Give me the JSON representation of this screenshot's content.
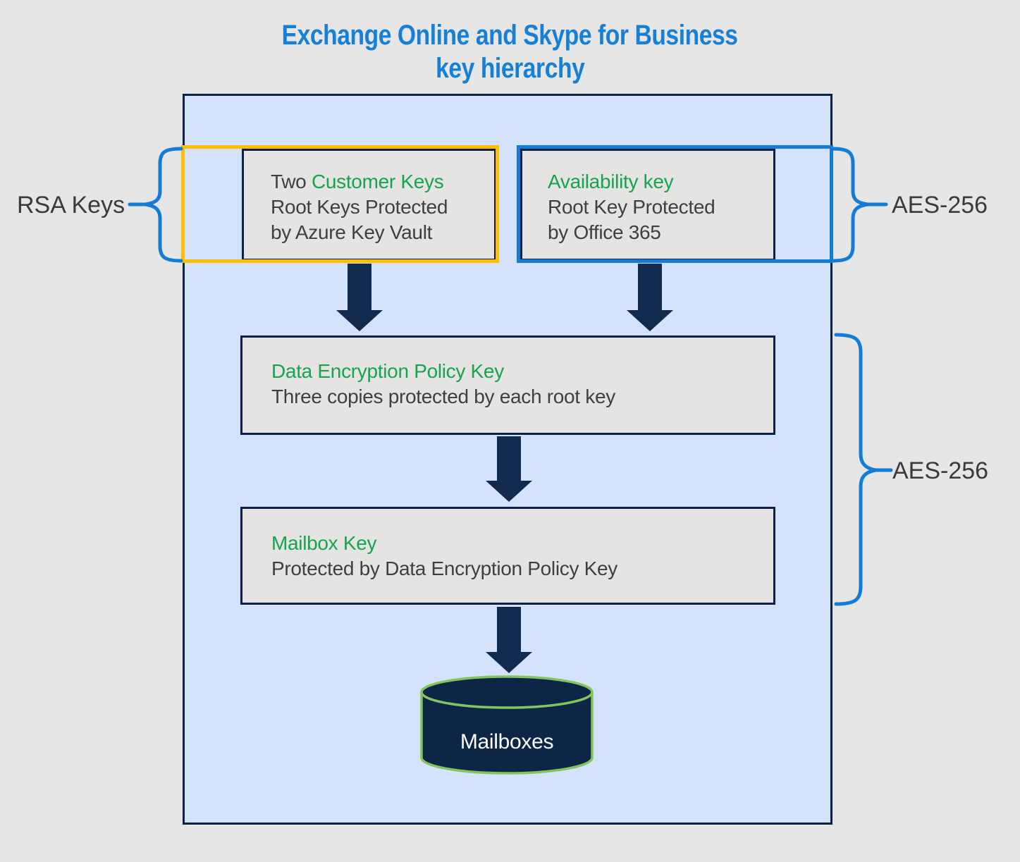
{
  "title": {
    "line1": "Exchange Online and Skype for Business",
    "line2": "key hierarchy"
  },
  "side_labels": {
    "rsa_keys": "RSA Keys",
    "aes_256_top": "AES-256",
    "aes_256_bottom": "AES-256"
  },
  "boxes": {
    "customer_keys": {
      "prefix": "Two ",
      "name": "Customer Keys",
      "line2": "Root Keys Protected",
      "line3": "by Azure Key Vault"
    },
    "availability_key": {
      "name": "Availability key",
      "line2": "Root Key Protected",
      "line3": "by Office 365"
    },
    "data_encryption_policy_key": {
      "name": "Data Encryption Policy Key",
      "line2": "Three copies protected by each root key"
    },
    "mailbox_key": {
      "name": "Mailbox Key",
      "line2": "Protected by Data Encryption Policy Key"
    }
  },
  "database": {
    "label": "Mailboxes"
  },
  "colors": {
    "title_blue": "#1580d6",
    "bracket_blue": "#127cd6",
    "customer_key_orange": "#fcbf00",
    "key_green": "#17a44e",
    "border_navy": "#0c2146",
    "arrow_navy": "#112a4e",
    "container_fill": "#d4e3fb",
    "box_fill": "#e5e4e2",
    "page_background": "#e6e6e6",
    "cylinder_fill": "#0d2646",
    "cylinder_green": "#84c45c",
    "text_dark": "#3f3f3f",
    "database_text": "#ffffff"
  }
}
